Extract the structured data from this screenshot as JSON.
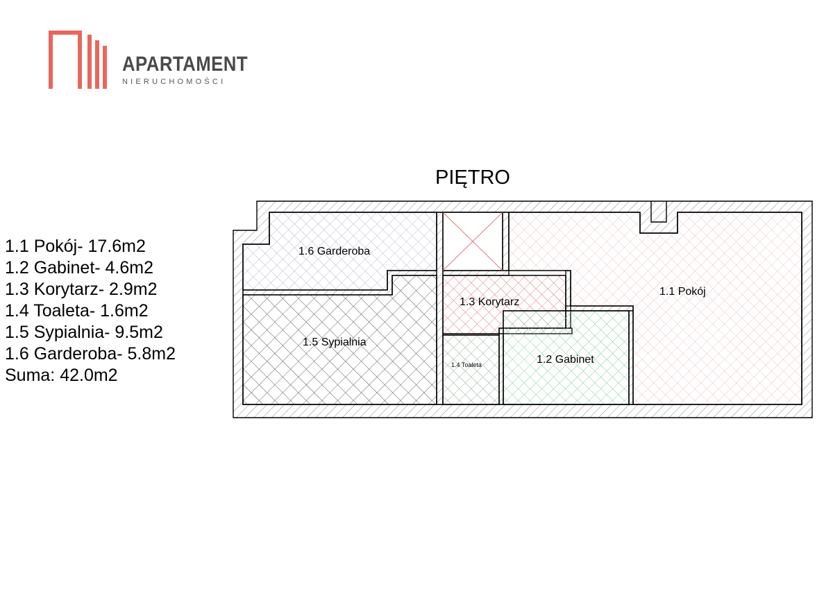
{
  "brand": {
    "name": "APARTAMENT",
    "tagline": "NIERUCHOMOŚCI",
    "logo_icon": "building-bars-logo",
    "logo_color": "#e8675c"
  },
  "plan": {
    "title": "PIĘTRO",
    "rooms": {
      "pokoj": "1.1 Pokój",
      "gabinet": "1.2 Gabinet",
      "korytarz": "1.3 Korytarz",
      "toaleta": "1.4 Toaleta",
      "sypialnia": "1.5 Sypialnia",
      "garderoba": "1.6 Garderoba"
    },
    "colors": {
      "pokoj_hatch": "#e8b4b4",
      "korytarz_hatch": "#d97878",
      "gabinet_hatch": "#7fcf9c",
      "garderoba_hatch": "#b8b3cf",
      "sypialnia_hatch": "#555555",
      "toaleta_hatch": "#8aa890",
      "stair_lines": "#e07a7a",
      "wall_hatch": "#8a8a8a"
    }
  },
  "legend": {
    "lines": [
      "1.1 Pokój- 17.6m2",
      "1.2 Gabinet- 4.6m2",
      "1.3 Korytarz- 2.9m2",
      "1.4 Toaleta- 1.6m2",
      "1.5 Sypialnia- 9.5m2",
      "1.6 Garderoba- 5.8m2",
      "Suma: 42.0m2"
    ]
  }
}
